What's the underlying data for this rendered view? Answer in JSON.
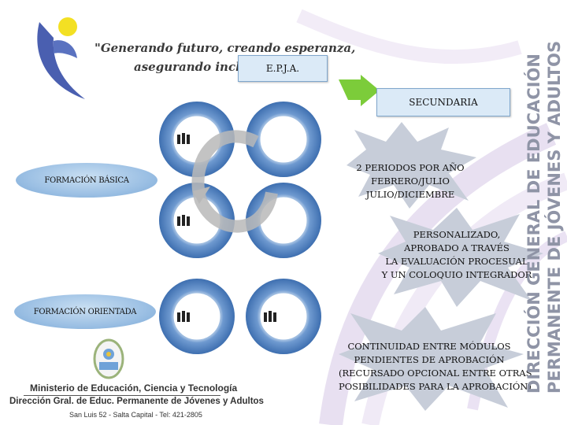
{
  "header": {
    "slogan_line1": "\"Generando futuro, creando esperanza,",
    "slogan_line2": "asegurando inclusión\""
  },
  "boxes": {
    "epja": "E.P.J.A.",
    "secundaria": "SECUNDARIA"
  },
  "ellipses": {
    "basica": "FORMACIÓN BÁSICA",
    "orientada": "FORMACIÓN ORIENTADA"
  },
  "bursts": {
    "periodos": [
      "2 PERIODOS POR AÑO",
      "FEBRERO/JULIO",
      "JULIO/DICIEMBRE"
    ],
    "personalizado": [
      "PERSONALIZADO,",
      "APROBADO A TRAVÉS",
      "LA EVALUACIÓN PROCESUAL",
      "Y UN COLOQUIO INTEGRADOR"
    ],
    "continuidad": [
      "CONTINUIDAD ENTRE MÓDULOS",
      "PENDIENTES DE APROBACIÓN",
      "(RECURSADO OPCIONAL ENTRE OTRAS",
      "POSIBILIDADES PARA LA APROBACIÓN)"
    ]
  },
  "vertical_text": {
    "line1": "DIRECCIÓN GENERAL DE EDUCACIÓN",
    "line2": "PERMANENTE DE JÓVENES Y ADULTOS"
  },
  "footer": {
    "ministry": "Ministerio de Educación, Ciencia y Tecnología",
    "direction": "Dirección Gral. de Educ. Permanente de Jóvenes y Adultos",
    "address": "San Luis 52 - Salta Capital - Tel: 421-2805"
  },
  "colors": {
    "box_fill": "#dbeaf7",
    "arrow_green": "#7ccc3a",
    "circle_blue": "#4a7fc1",
    "vertical_text": "#8f94a6"
  }
}
